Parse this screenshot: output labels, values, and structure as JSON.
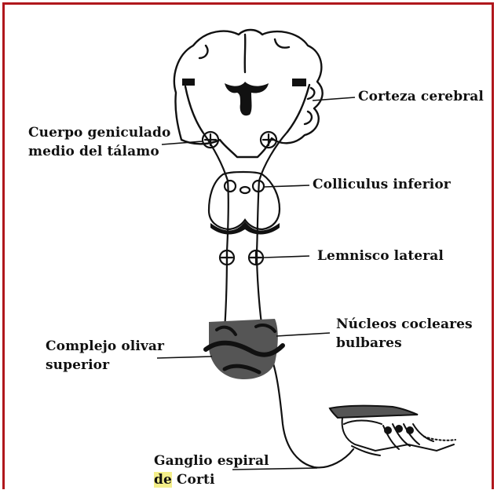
{
  "labels": {
    "corteza": "Corteza cerebral",
    "geniculado_1": "Cuerpo geniculado",
    "geniculado_2": "medio del tálamo",
    "colliculus": "Colliculus inferior",
    "lemnisco": "Lemnisco lateral",
    "nucleos_1": "Núcleos cocleares",
    "nucleos_2": "bulbares",
    "olivar_1": "Complejo olivar",
    "olivar_2": "superior",
    "ganglio_1": "Ganglio espiral",
    "ganglio_2a": "de",
    "ganglio_2b": " Corti"
  },
  "colors": {
    "frame": "#b0171c",
    "ink": "#111111",
    "highlight": "#f4ef8a"
  }
}
